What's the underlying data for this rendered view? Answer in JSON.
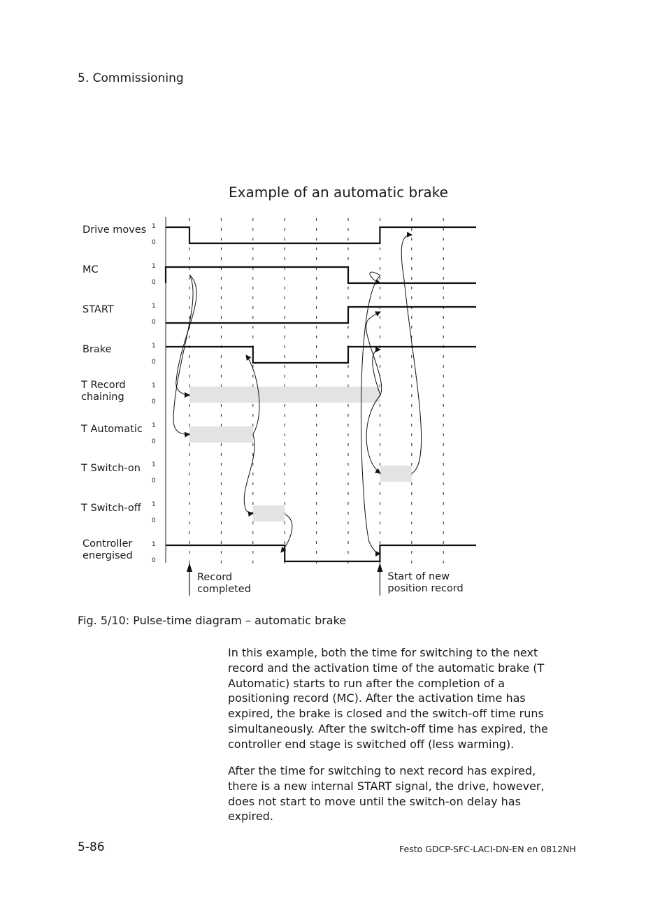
{
  "header": {
    "section": "5.  Commissioning"
  },
  "diagram": {
    "title": "Example of an automatic brake",
    "level_high": "1",
    "level_low": "0",
    "signals": [
      {
        "label": "Drive moves",
        "kind": "line",
        "levels": [
          1,
          0,
          0,
          0,
          0,
          0,
          0,
          1,
          1
        ],
        "initial": 1
      },
      {
        "label": "MC",
        "kind": "line",
        "levels": [
          1,
          1,
          1,
          1,
          1,
          1,
          0,
          0,
          0
        ],
        "initial": 0
      },
      {
        "label": "START",
        "kind": "line",
        "levels": [
          0,
          0,
          0,
          0,
          0,
          0,
          1,
          1,
          1
        ],
        "initial": 0
      },
      {
        "label": "Brake",
        "kind": "line",
        "levels": [
          1,
          1,
          1,
          0,
          0,
          0,
          1,
          1,
          1
        ],
        "initial": 1
      },
      {
        "label": "T Record\nchaining",
        "kind": "timer",
        "from": 1,
        "to": 7
      },
      {
        "label": "T Automatic",
        "kind": "timer",
        "from": 1,
        "to": 3
      },
      {
        "label": "T Switch-on",
        "kind": "timer",
        "from": 7,
        "to": 8
      },
      {
        "label": "T Switch-off",
        "kind": "timer",
        "from": 3,
        "to": 4
      },
      {
        "label": "Controller\nenergised",
        "kind": "line",
        "levels": [
          1,
          1,
          1,
          1,
          0,
          0,
          0,
          1,
          1
        ],
        "initial": 1
      }
    ],
    "markers": [
      {
        "label": "Record\ncompleted",
        "at": 1
      },
      {
        "label": "Start of new\nposition record",
        "at": 7
      }
    ]
  },
  "caption": "Fig. 5/10:  Pulse-time diagram – automatic brake",
  "paragraphs": [
    "In this example, both the time for switching to the next record and the activation time of the automatic brake (T Automatic) starts to run after the completion of a positioning record (MC). After the activation time has expired, the brake is closed and the switch-off time runs simultaneously. After the switch-off time has expired, the controller end stage is switched off (less warming).",
    "After the time for switching to next record has expired, there is a new internal START signal, the drive, however, does not start to move until the switch-on delay has expired."
  ],
  "footer": {
    "page": "5-86",
    "doc_ref": "Festo  GDCP-SFC-LACI-DN-EN  en 0812NH"
  }
}
